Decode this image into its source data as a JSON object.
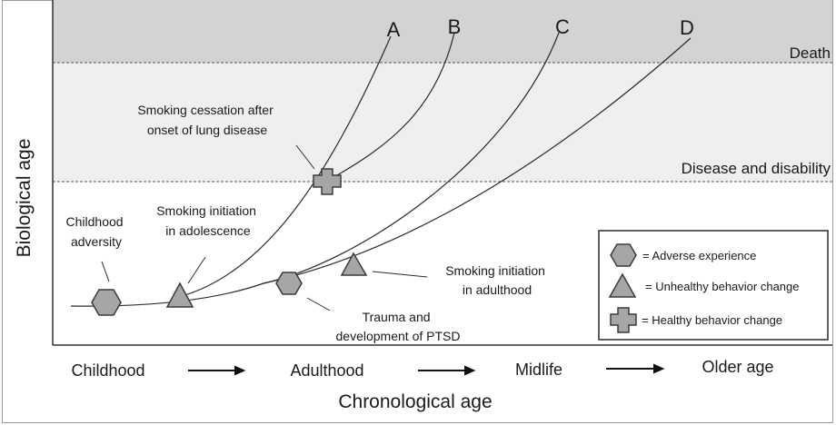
{
  "axes": {
    "y_label": "Biological age",
    "x_label": "Chronological age"
  },
  "stages": [
    "Childhood",
    "Adulthood",
    "Midlife",
    "Older age"
  ],
  "bands": {
    "death": "Death",
    "disease": "Disease and disability"
  },
  "curves": [
    "A",
    "B",
    "C",
    "D"
  ],
  "annotations": {
    "childhood_adversity": [
      "Childhood",
      "adversity"
    ],
    "smoking_adolescence": [
      "Smoking initiation",
      "in adolescence"
    ],
    "smoking_cessation": [
      "Smoking cessation after",
      "onset of lung disease"
    ],
    "trauma": [
      "Trauma and",
      "development of PTSD"
    ],
    "smoking_adulthood": [
      "Smoking initiation",
      "in adulthood"
    ]
  },
  "legend": {
    "adverse": "= Adverse experience",
    "unhealthy": "= Unhealthy behavior change",
    "healthy": "= Healthy behavior change"
  },
  "colors": {
    "death_band": "#d3d3d3",
    "disease_band": "#efefef",
    "marker_fill": "#a6a6a6",
    "marker_stroke": "#3a3a3a",
    "line": "#2a2a2a"
  }
}
